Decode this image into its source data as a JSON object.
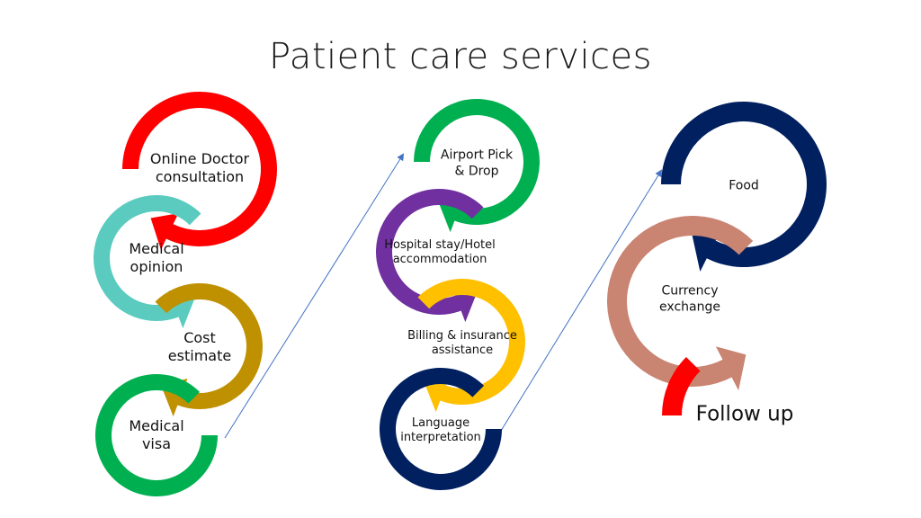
{
  "title": "Patient care services",
  "columns": [
    {
      "name": "column-1",
      "steps": [
        {
          "label": [
            "Online Doctor",
            "consultation"
          ],
          "color": "#FF0000",
          "shape": "curved-arrow-clockwise"
        },
        {
          "label": [
            "Medical",
            "opinion"
          ],
          "color": "#5BCBBF",
          "shape": "curved-arrow-counterclockwise"
        },
        {
          "label": [
            "Cost",
            "estimate"
          ],
          "color": "#BF9000",
          "shape": "curved-arrow-clockwise"
        },
        {
          "label": [
            "Medical",
            "visa"
          ],
          "color": "#00B050",
          "shape": "open-ring"
        }
      ]
    },
    {
      "name": "column-2",
      "steps": [
        {
          "label": [
            "Airport Pick",
            "& Drop"
          ],
          "color": "#00B050",
          "shape": "curved-arrow-clockwise"
        },
        {
          "label": [
            "Hospital stay/Hotel",
            "accommodation"
          ],
          "color": "#7030A0",
          "shape": "curved-arrow-counterclockwise"
        },
        {
          "label": [
            "Billing & insurance",
            "assistance"
          ],
          "color": "#FFC000",
          "shape": "curved-arrow-clockwise"
        },
        {
          "label": [
            "Language",
            "interpretation"
          ],
          "color": "#002060",
          "shape": "open-ring"
        }
      ]
    },
    {
      "name": "column-3",
      "steps": [
        {
          "label": [
            "Food"
          ],
          "color": "#002060",
          "shape": "curved-arrow-clockwise"
        },
        {
          "label": [
            "Currency",
            "exchange"
          ],
          "color": "#C98472",
          "shape": "curved-arrow-counterclockwise"
        },
        {
          "label": [
            "Follow up"
          ],
          "color": "#FF0000",
          "shape": "open-ring"
        }
      ]
    }
  ],
  "connectors": [
    {
      "from": "Medical visa",
      "to": "Airport Pick & Drop",
      "color": "#4472C4"
    },
    {
      "from": "Language interpretation",
      "to": "Food",
      "color": "#4472C4"
    }
  ]
}
